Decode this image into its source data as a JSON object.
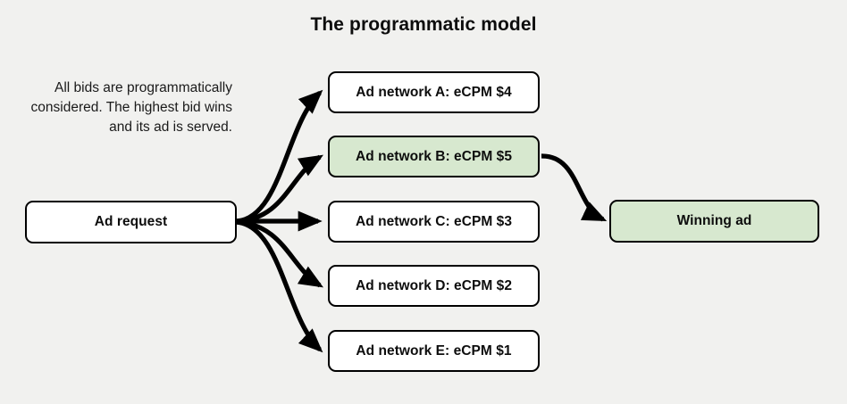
{
  "title": "The programmatic model",
  "caption": "All bids are programmatically considered. The highest bid wins and its ad is served.",
  "colors": {
    "background": "#f1f1ef",
    "node_fill_default": "#ffffff",
    "node_fill_highlight": "#d7e8cf",
    "node_border": "#000000",
    "text": "#0d0d0d",
    "arrow": "#000000"
  },
  "nodes": {
    "ad_request": {
      "label": "Ad request",
      "fill": "white"
    },
    "network_a": {
      "label": "Ad network A: eCPM $4",
      "fill": "white",
      "ecpm": 4
    },
    "network_b": {
      "label": "Ad network B: eCPM $5",
      "fill": "green",
      "ecpm": 5
    },
    "network_c": {
      "label": "Ad network C: eCPM $3",
      "fill": "white",
      "ecpm": 3
    },
    "network_d": {
      "label": "Ad network D: eCPM $2",
      "fill": "white",
      "ecpm": 2
    },
    "network_e": {
      "label": "Ad network E: eCPM $1",
      "fill": "white",
      "ecpm": 1
    },
    "winning_ad": {
      "label": "Winning ad",
      "fill": "green"
    }
  },
  "edges": [
    {
      "from": "ad_request",
      "to": "network_a"
    },
    {
      "from": "ad_request",
      "to": "network_b"
    },
    {
      "from": "ad_request",
      "to": "network_c"
    },
    {
      "from": "ad_request",
      "to": "network_d"
    },
    {
      "from": "ad_request",
      "to": "network_e"
    },
    {
      "from": "network_b",
      "to": "winning_ad"
    }
  ]
}
